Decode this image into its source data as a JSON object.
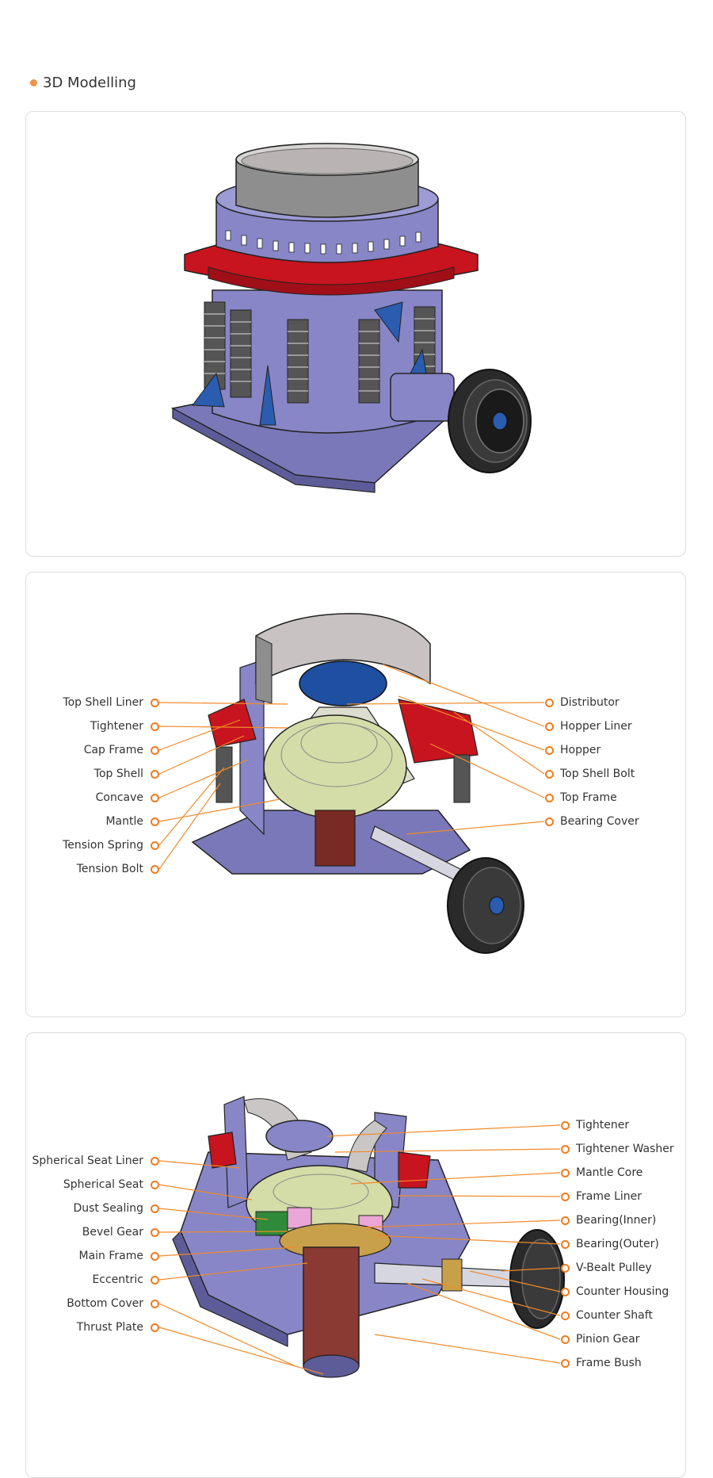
{
  "section": {
    "title": "3D Modelling"
  },
  "colors": {
    "accent": "#f07c1e",
    "leader_line": "#f08a2a",
    "border": "#dcdcdc"
  },
  "panels": [
    {
      "name": "assembled-view",
      "left_labels": [],
      "right_labels": []
    },
    {
      "name": "cutaway-view-1",
      "left_labels": [
        "Top Shell Liner",
        "Tightener",
        "Cap Frame",
        "Top Shell",
        "Concave",
        "Mantle",
        "Tension Spring",
        "Tension Bolt"
      ],
      "right_labels": [
        "Distributor",
        "Hopper Liner",
        "Hopper",
        "Top Shell Bolt",
        "Top Frame",
        "Bearing Cover"
      ]
    },
    {
      "name": "cutaway-view-2",
      "left_labels": [
        "Spherical Seat Liner",
        "Spherical Seat",
        "Dust Sealing",
        "Bevel Gear",
        "Main Frame",
        "Eccentric",
        "Bottom Cover",
        "Thrust Plate"
      ],
      "right_labels": [
        "Tightener",
        "Tightener Washer",
        "Mantle Core",
        "Frame Liner",
        "Bearing(Inner)",
        "Bearing(Outer)",
        "V-Bealt Pulley",
        "Counter Housing",
        "Counter Shaft",
        "Pinion Gear",
        "Frame Bush"
      ]
    }
  ]
}
